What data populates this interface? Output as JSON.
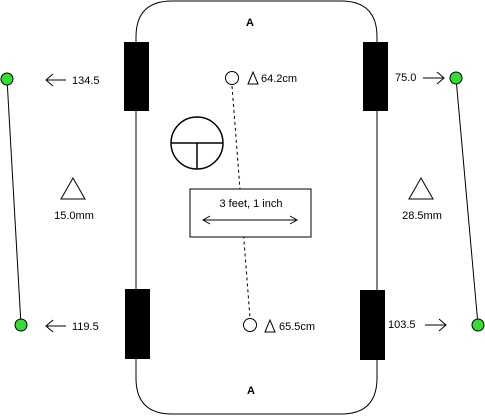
{
  "labels": {
    "top_marker": "A",
    "bottom_marker": "A",
    "left_delta_value": "15.0mm",
    "right_delta_value": "28.5mm",
    "top_point_value": "64.2cm",
    "bottom_point_value": "65.5cm",
    "left_top_value": "134.5",
    "left_bottom_value": "119.5",
    "right_top_value": "75.0",
    "right_bottom_value": "103.5",
    "distance_value": "3 feet, 1 inch"
  },
  "colors": {
    "stroke": "#000000",
    "wheel": "#000000",
    "green_marker": "#33dd33"
  },
  "icons": [
    "delta-icon",
    "arrow-left-icon",
    "arrow-right-icon",
    "double-arrow-icon",
    "theodolite-icon"
  ]
}
